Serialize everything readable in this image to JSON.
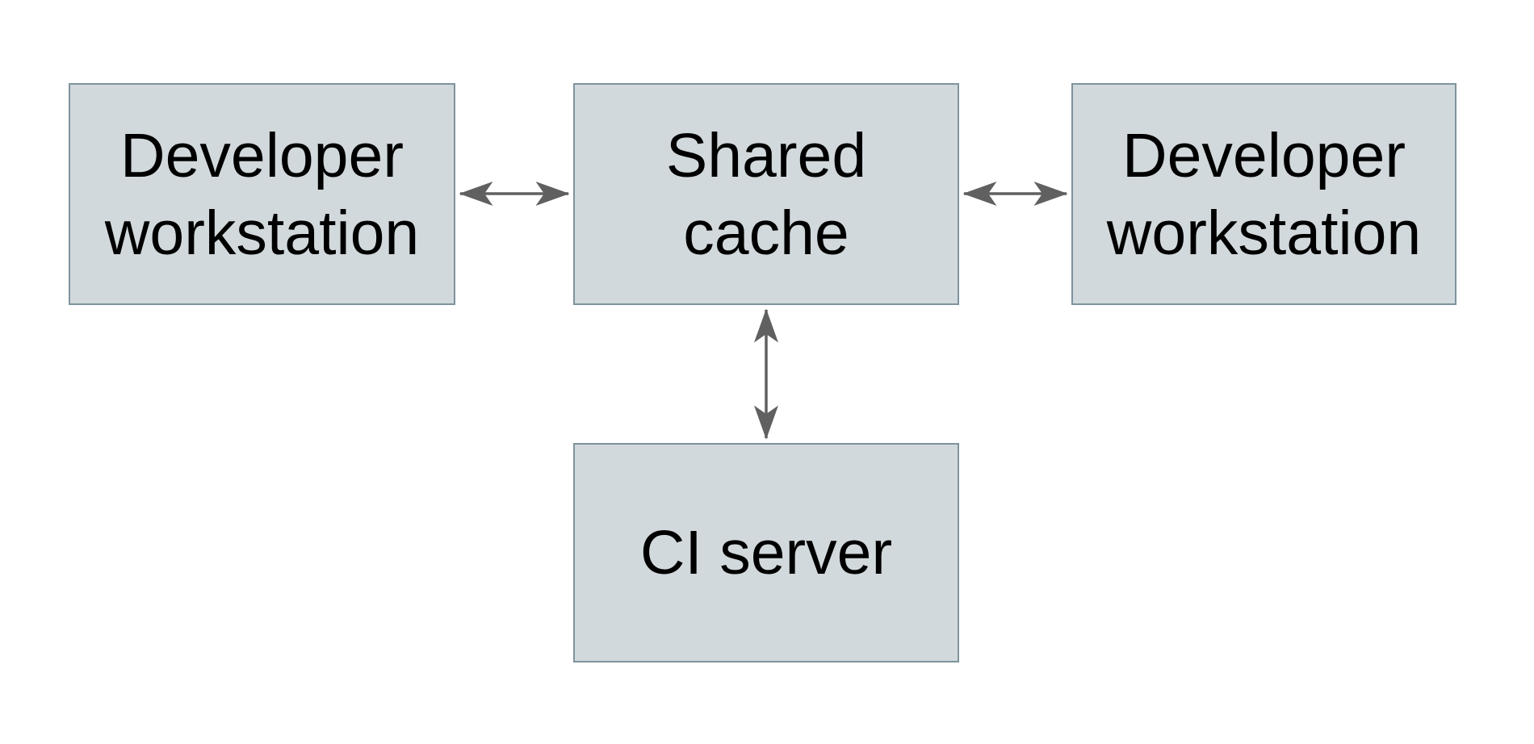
{
  "diagram": {
    "nodes": [
      {
        "id": "developer-workstation-left",
        "label": "Developer workstation",
        "lines": [
          "Developer",
          "workstation"
        ]
      },
      {
        "id": "shared-cache",
        "label": "Shared cache",
        "lines": [
          "Shared",
          "cache"
        ]
      },
      {
        "id": "developer-workstation-right",
        "label": "Developer workstation",
        "lines": [
          "Developer",
          "workstation"
        ]
      },
      {
        "id": "ci-server",
        "label": "CI server",
        "lines": [
          "CI server"
        ]
      }
    ],
    "edges": [
      {
        "from": "developer-workstation-left",
        "to": "shared-cache",
        "direction": "bidirectional"
      },
      {
        "from": "shared-cache",
        "to": "developer-workstation-right",
        "direction": "bidirectional"
      },
      {
        "from": "shared-cache",
        "to": "ci-server",
        "direction": "bidirectional"
      }
    ],
    "colors": {
      "background": "#ffffff",
      "node_fill": "#d2d9dc",
      "node_border": "#7e939d",
      "arrow": "#606060",
      "text": "#000000"
    }
  }
}
